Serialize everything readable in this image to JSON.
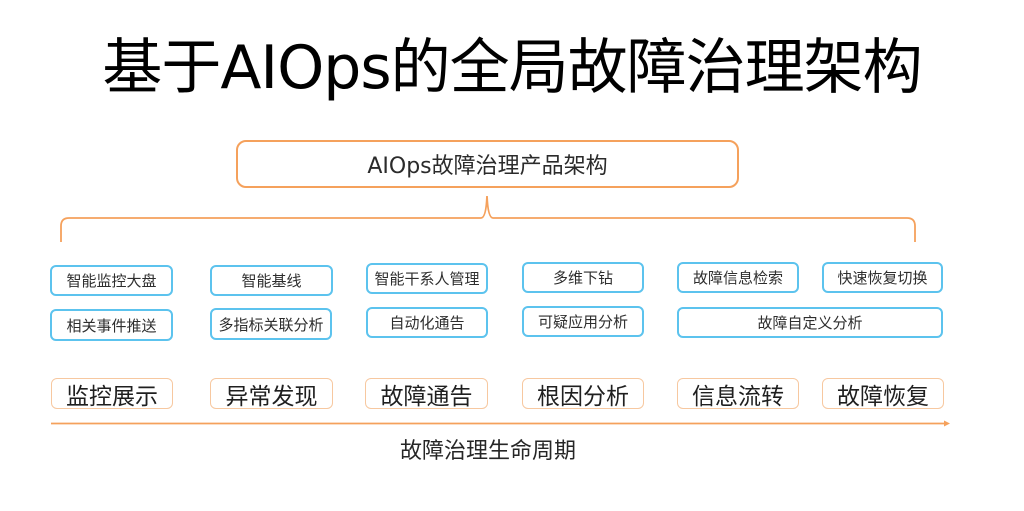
{
  "title": "基于AIOps的全局故障治理架构",
  "product_box": {
    "label": "AIOps故障治理产品架构"
  },
  "features": {
    "row1": [
      {
        "label": "智能监控大盘"
      },
      {
        "label": "智能基线"
      },
      {
        "label": "智能干系人管理"
      },
      {
        "label": "多维下钻"
      },
      {
        "label": "故障信息检索"
      },
      {
        "label": "快速恢复切换"
      }
    ],
    "row2": [
      {
        "label": "相关事件推送"
      },
      {
        "label": "多指标关联分析"
      },
      {
        "label": "自动化通告"
      },
      {
        "label": "可疑应用分析"
      },
      {
        "label": "故障自定义分析"
      }
    ]
  },
  "phases": [
    {
      "label": "监控展示"
    },
    {
      "label": "异常发现"
    },
    {
      "label": "故障通告"
    },
    {
      "label": "根因分析"
    },
    {
      "label": "信息流转"
    },
    {
      "label": "故障恢复"
    }
  ],
  "lifecycle": {
    "label": "故障治理生命周期"
  },
  "colors": {
    "accent_orange": "#f5a15c",
    "feature_border_blue": "#5cc3ee",
    "phase_border_peach": "#f7c8a0",
    "text": "#262626"
  }
}
